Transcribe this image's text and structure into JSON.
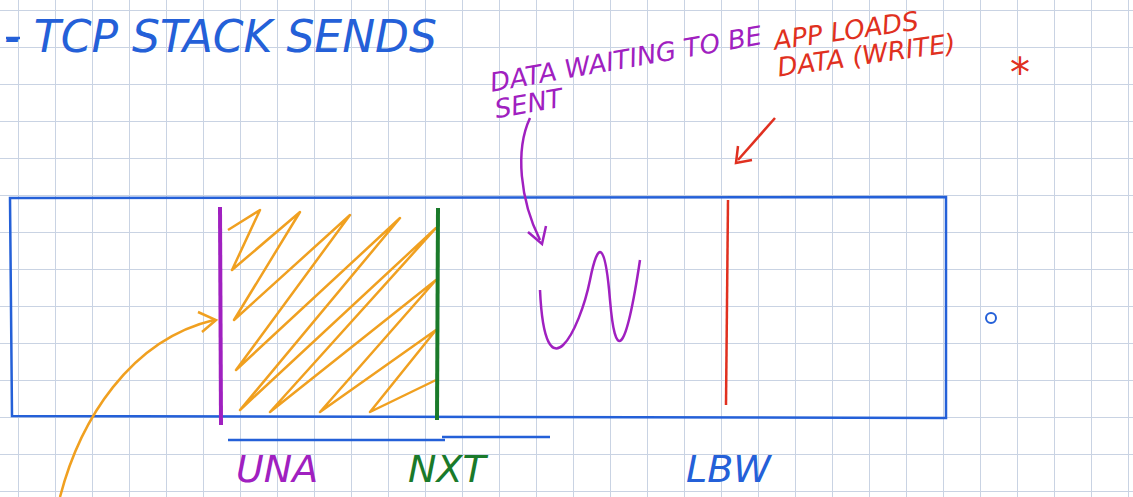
{
  "diagram": {
    "title": "- TCP STACK SENDS",
    "labels": [
      "DATA WAITING TO BE SENT",
      "APP LOADS DATA (WRITE)",
      "*",
      "UNA",
      "NXT",
      "LBW"
    ]
  }
}
